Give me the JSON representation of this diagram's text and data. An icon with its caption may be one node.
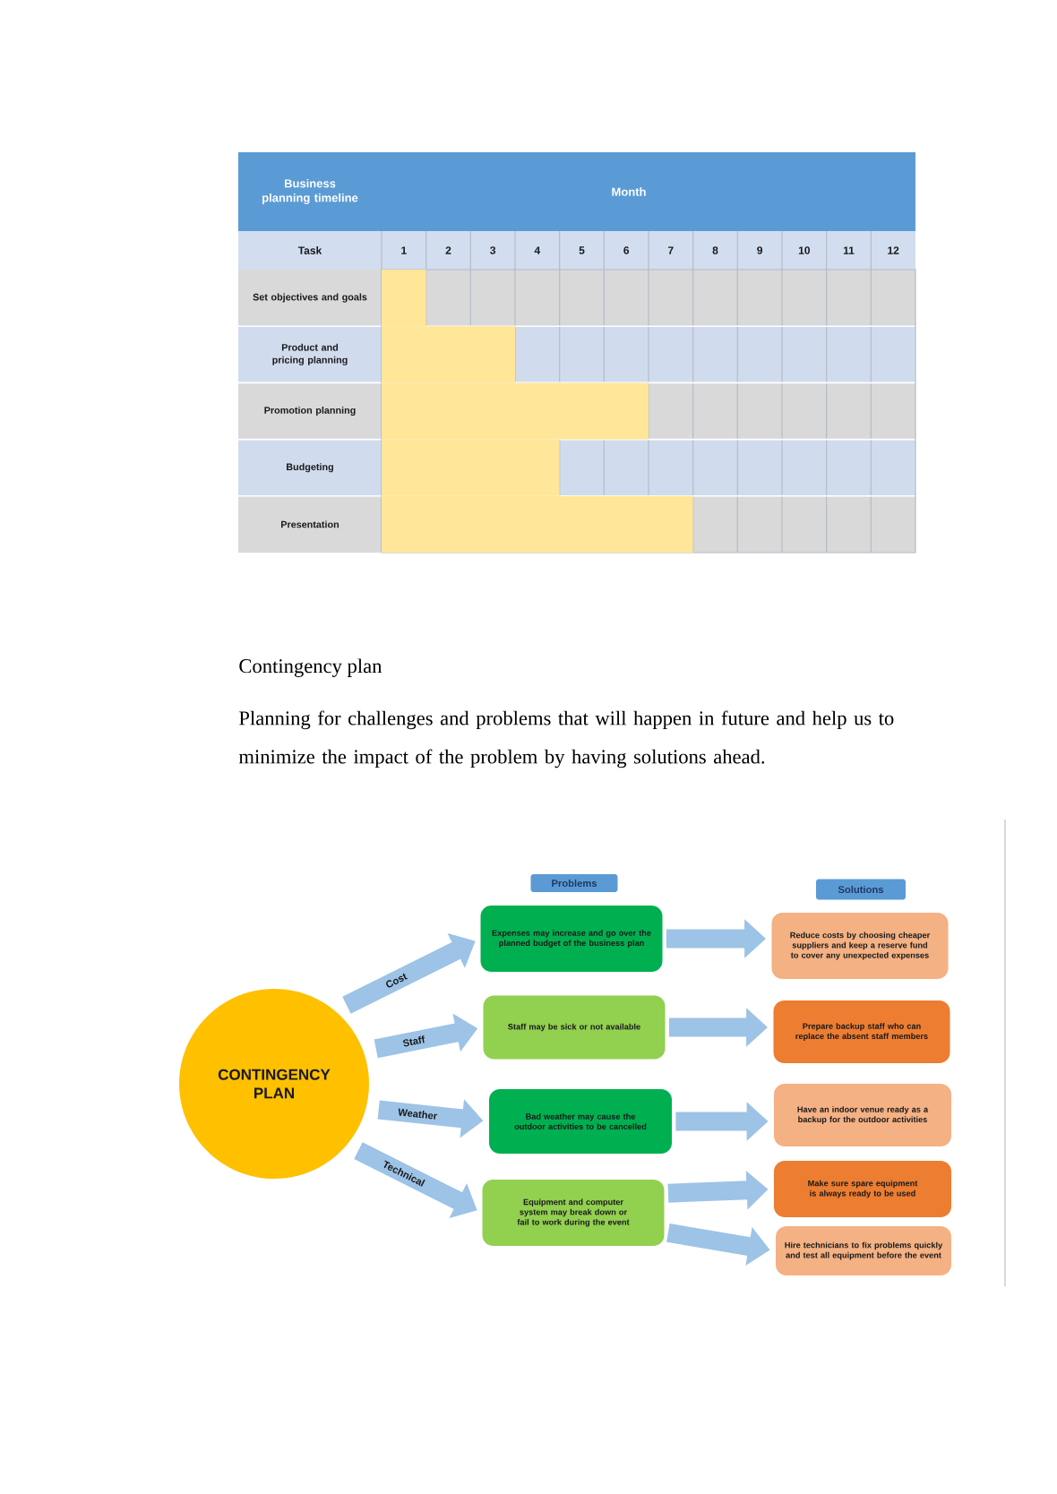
{
  "diagram": {
    "title": "Contingency plan",
    "nodes": [
      {
        "text": [
          "CONTINGENCY PLAN"
        ]
      },
      {
        "text": [
          "Problems"
        ]
      },
      {
        "text": [
          "Expenses may increase and go over the planned budget of the business plan"
        ]
      },
      {
        "text": [
          "Staff may be sick or not available"
        ]
      },
      {
        "text": [
          "Bad weather may cause the outdoor activities to be cancelled"
        ]
      },
      {
        "text": [
          "Equipment and computer system may break down or fail to work during the event"
        ]
      },
      {
        "text": [
          "Solutions"
        ]
      },
      {
        "text": [
          "Reduce costs by choosing cheaper suppliers and keep a reserve fund to cover any unexpected expenses"
        ]
      },
      {
        "text": [
          "Prepare backup staff who can replace the absent staff members"
        ]
      },
      {
        "text": [
          "Have an indoor venue ready as a backup for the outdoor activities"
        ]
      },
      {
        "text": [
          "Make sure spare equipment is always ready to be used"
        ]
      },
      {
        "text": [
          "Hire technicians to fix problems quickly and test all equipment before the event"
        ]
      }
    ],
    "edges": [
      {
        "from": 0,
        "to": 2,
        "arrow": "to",
        "label": "Cost"
      },
      {
        "from": 0,
        "to": 3,
        "arrow": "to",
        "label": "Staff"
      },
      {
        "from": 0,
        "to": 4,
        "arrow": "to",
        "label": "Weather"
      },
      {
        "from": 0,
        "to": 5,
        "arrow": "to",
        "label": "Technical"
      },
      {
        "from": 2,
        "to": 7,
        "arrow": "to"
      },
      {
        "from": 3,
        "to": 8,
        "arrow": "to"
      },
      {
        "from": 4,
        "to": 9,
        "arrow": "to"
      },
      {
        "from": 5,
        "to": 10,
        "arrow": "to"
      },
      {
        "from": 5,
        "to": 11,
        "arrow": "to"
      }
    ],
    "labels": [
      "Planning for challenges and problems that will happen in future and help us to minimize the impact of the problem by having solutions ahead."
    ],
    "chart_data": {
      "type": "bar",
      "orientation": "horizontal",
      "title": "Business planning timeline",
      "xlabel": "Month",
      "ylabel": "Task",
      "categories": [
        "Set objectives and goals",
        "Product and pricing planning",
        "Promotion planning",
        "Budgeting",
        "Presentation"
      ],
      "series": [
        {
          "color": "#ffe699",
          "values": [
            1,
            3,
            6,
            4,
            7
          ]
        }
      ],
      "xlim": [
        0,
        12
      ],
      "xticks": [
        {
          "value": 0.5,
          "label": "1"
        },
        {
          "value": 1.5,
          "label": "2"
        },
        {
          "value": 2.5,
          "label": "3"
        },
        {
          "value": 3.5,
          "label": "4"
        },
        {
          "value": 4.5,
          "label": "5"
        },
        {
          "value": 5.5,
          "label": "6"
        },
        {
          "value": 6.5,
          "label": "7"
        },
        {
          "value": 7.5,
          "label": "8"
        },
        {
          "value": 8.5,
          "label": "9"
        },
        {
          "value": 9.5,
          "label": "10"
        },
        {
          "value": 10.5,
          "label": "11"
        },
        {
          "value": 11.5,
          "label": "12"
        }
      ]
    }
  }
}
